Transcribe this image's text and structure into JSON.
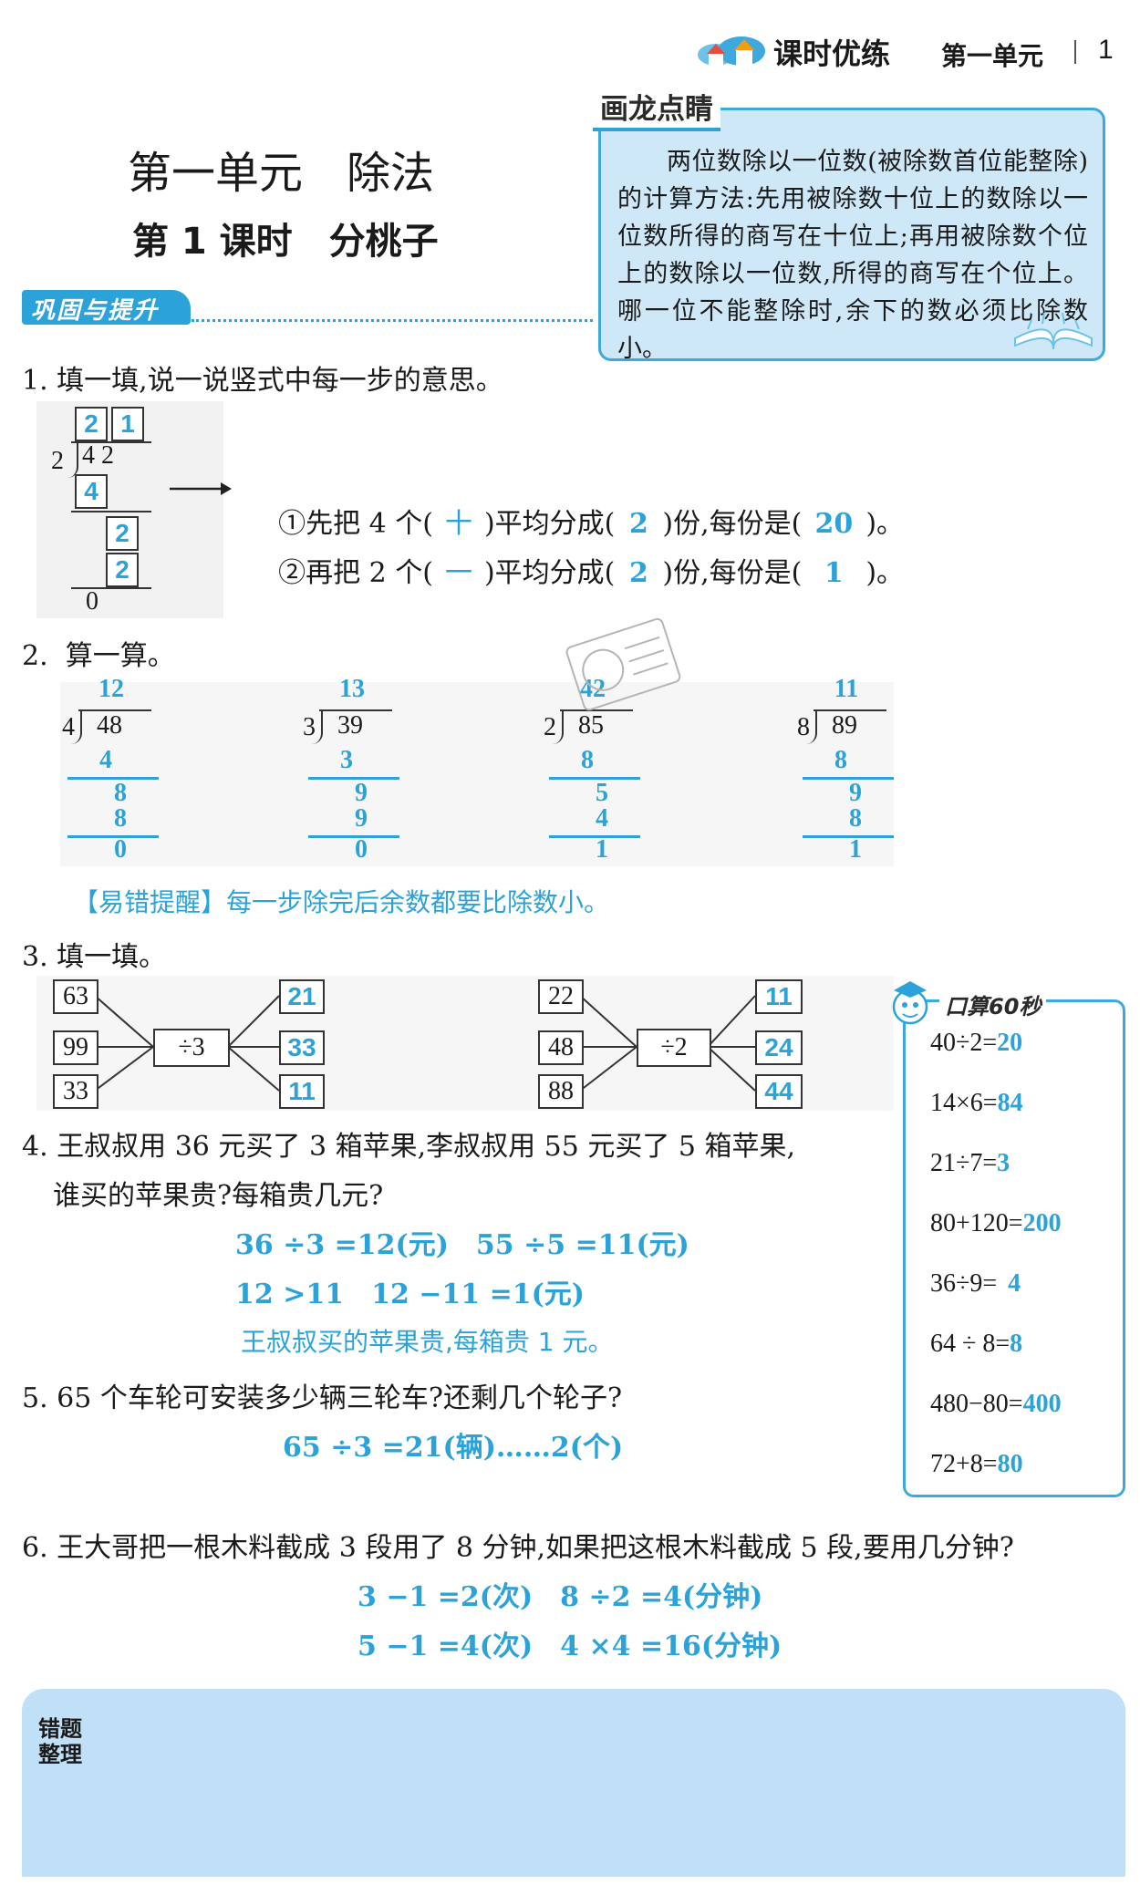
{
  "header": {
    "series": "课时优练",
    "unit": "第一单元",
    "page_number": "1"
  },
  "title": {
    "unit_title": "第一单元　除法",
    "lesson_title": "第 1 课时　分桃子"
  },
  "tip_box": {
    "label": "画龙点睛",
    "text": "两位数除以一位数(被除数首位能整除)的计算方法:先用被除数十位上的数除以一位数所得的商写在十位上;再用被除数个位上的数除以一位数,所得的商写在个位上。哪一位不能整除时,余下的数必须比除数小。"
  },
  "section_banner": "巩固与提升",
  "q1": {
    "prompt": "1. 填一填,说一说竖式中每一步的意思。",
    "division": {
      "divisor": "2",
      "dividend": "4 2",
      "q_tens": "2",
      "q_ones": "1",
      "step1": "4",
      "step2": "2",
      "step3": "2",
      "remainder": "0"
    },
    "line1": {
      "pre": "①先把 4 个(",
      "a1": "十",
      "mid1": ")平均分成(",
      "a2": "2",
      "mid2": ")份,每份是(",
      "a3": "20",
      "post": ")。"
    },
    "line2": {
      "pre": "②再把 2 个(",
      "a1": "一",
      "mid1": ")平均分成(",
      "a2": "2",
      "mid2": ")份,每份是(",
      "a3": "1",
      "post": ")。"
    }
  },
  "q2": {
    "prompt": "2.  算一算。",
    "problems": [
      {
        "divisor": "4",
        "dividend": "48",
        "quotient": "12",
        "s1": "4",
        "s2": "8",
        "s3": "8",
        "rem": "0"
      },
      {
        "divisor": "3",
        "dividend": "39",
        "quotient": "13",
        "s1": "3",
        "s2": "9",
        "s3": "9",
        "rem": "0"
      },
      {
        "divisor": "2",
        "dividend": "85",
        "quotient": "42",
        "s1": "8",
        "s2": "5",
        "s3": "4",
        "rem": "1"
      },
      {
        "divisor": "8",
        "dividend": "89",
        "quotient": "11",
        "s1": "8",
        "s2": "9",
        "s3": "8",
        "rem": "1"
      }
    ],
    "reminder": "【易错提醒】每一步除完后余数都要比除数小。"
  },
  "q3": {
    "prompt": "3. 填一填。",
    "left": {
      "inputs": [
        "63",
        "99",
        "33"
      ],
      "op": "÷3",
      "outputs": [
        "21",
        "33",
        "11"
      ]
    },
    "right": {
      "inputs": [
        "22",
        "48",
        "88"
      ],
      "op": "÷2",
      "outputs": [
        "11",
        "24",
        "44"
      ]
    }
  },
  "oral": {
    "label": "口算60秒",
    "items": [
      {
        "expr": "40÷2=",
        "ans": "20"
      },
      {
        "expr": "14×6=",
        "ans": "84"
      },
      {
        "expr": "21÷7=",
        "ans": "3"
      },
      {
        "expr": "80+120=",
        "ans": "200"
      },
      {
        "expr": "36÷9=",
        "ans": "4"
      },
      {
        "expr": "64 ÷ 8=",
        "ans": "8"
      },
      {
        "expr": "480−80=",
        "ans": "400"
      },
      {
        "expr": "72+8=",
        "ans": "80"
      }
    ]
  },
  "q4": {
    "line1": "4. 王叔叔用 36 元买了 3 箱苹果,李叔叔用 55 元买了 5 箱苹果,",
    "line2": "谁买的苹果贵?每箱贵几元?",
    "answers": [
      "36 ÷3 =12(元)　55 ÷5 =11(元)",
      "12 >11　12 −11 =1(元)",
      "王叔叔买的苹果贵,每箱贵 1 元。"
    ]
  },
  "q5": {
    "prompt": "5. 65 个车轮可安装多少辆三轮车?还剩几个轮子?",
    "answer": "65 ÷3 =21(辆)……2(个)"
  },
  "q6": {
    "prompt": "6. 王大哥把一根木料截成 3 段用了 8 分钟,如果把这根木料截成 5 段,要用几分钟?",
    "answers": [
      "3 −1 =2(次)　8 ÷2 =4(分钟)",
      "5 −1 =4(次)　4 ×4 =16(分钟)"
    ]
  },
  "error_box": {
    "label1": "错题",
    "label2": "整理"
  },
  "colors": {
    "accent": "#2ba3d9",
    "panel": "#cfe8f8",
    "panel_border": "#3fa9dd",
    "error_panel": "#bfe0f6"
  }
}
